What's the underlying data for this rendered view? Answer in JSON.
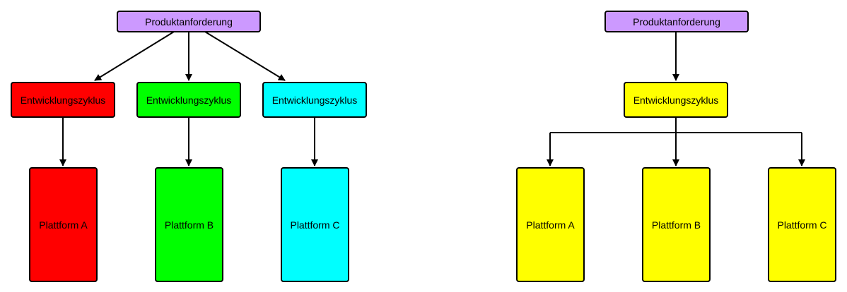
{
  "colors": {
    "requirement": "#cc99ff",
    "red": "#ff0000",
    "green": "#00ff00",
    "cyan": "#00ffff",
    "yellow": "#ffff00",
    "stroke": "#000000"
  },
  "left_diagram": {
    "requirement": "Produktanforderung",
    "cycles": [
      "Entwicklungszyklus",
      "Entwicklungszyklus",
      "Entwicklungszyklus"
    ],
    "platforms": [
      "Plattform A",
      "Plattform B",
      "Plattform C"
    ]
  },
  "right_diagram": {
    "requirement": "Produktanforderung",
    "cycle": "Entwicklungszyklus",
    "platforms": [
      "Plattform A",
      "Plattform B",
      "Plattform C"
    ]
  }
}
